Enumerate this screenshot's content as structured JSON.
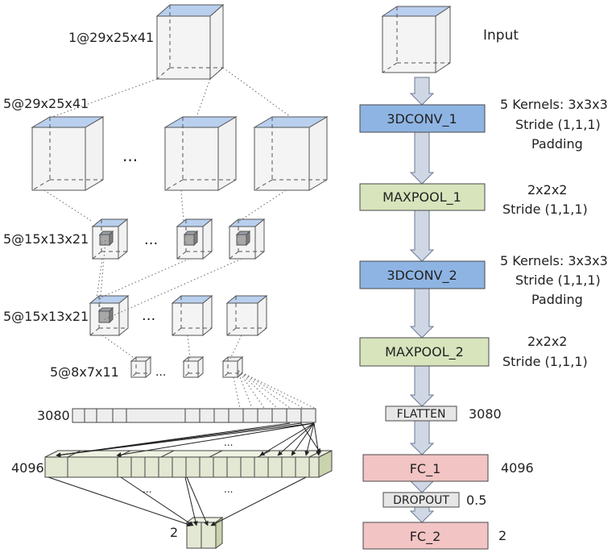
{
  "left": {
    "input_label": "1@29x25x41",
    "conv1_label": "5@29x25x41",
    "pool1_label": "5@15x13x21",
    "conv2_label": "5@15x13x21",
    "pool2_label": "5@8x7x11",
    "flatten_label": "3080",
    "fc1_label": "4096",
    "output_label": "2",
    "ellipsis": "..."
  },
  "right": {
    "input_label": "Input",
    "layers": [
      {
        "name": "3DCONV_1",
        "kind": "conv"
      },
      {
        "name": "MAXPOOL_1",
        "kind": "pool"
      },
      {
        "name": "3DCONV_2",
        "kind": "conv"
      },
      {
        "name": "MAXPOOL_2",
        "kind": "pool"
      },
      {
        "name": "FLATTEN",
        "kind": "flat"
      },
      {
        "name": "FC_1",
        "kind": "fc"
      },
      {
        "name": "DROPOUT",
        "kind": "flat"
      },
      {
        "name": "FC_2",
        "kind": "fc"
      }
    ],
    "conv1_note": [
      "5 Kernels: 3x3x3",
      "Stride (1,1,1)",
      "Padding"
    ],
    "pool1_note": [
      "2x2x2",
      "Stride (1,1,1)"
    ],
    "conv2_note": [
      "5 Kernels: 3x3x3",
      "Stride (1,1,1)",
      "Padding"
    ],
    "pool2_note": [
      "2x2x2",
      "Stride (1,1,1)"
    ],
    "flatten_note": "3080",
    "fc1_note": "4096",
    "dropout_note": "0.5",
    "fc2_note": "2"
  },
  "colors": {
    "conv": "#8eb4e3",
    "pool": "#d7e4bc",
    "fc": "#f2c4c4",
    "flat": "#e6e6e6",
    "cube_face": "#f2f2f2",
    "cube_top": "#b9cfee",
    "arrow_fill": "#d0d7e4",
    "fc_cells": "#e3e8d3"
  }
}
